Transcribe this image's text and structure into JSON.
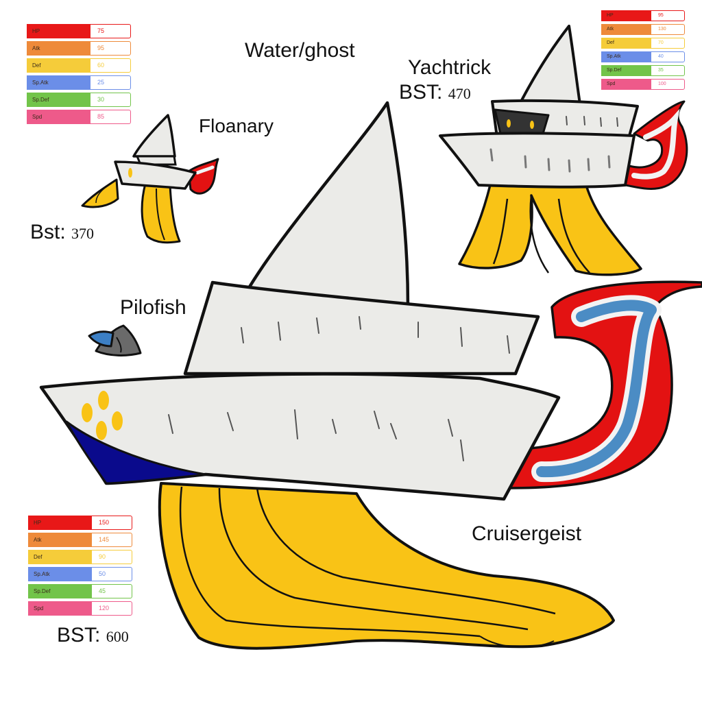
{
  "title": "Water/ghost",
  "stat_colors": [
    "#e81818",
    "#ee8a3a",
    "#f5cc3a",
    "#6b8ee8",
    "#72c44a",
    "#ee5a8a"
  ],
  "stat_names": [
    "HP",
    "Atk",
    "Def",
    "Sp.Atk",
    "Sp.Def",
    "Spd"
  ],
  "icons": {
    "floanary": "floanary-drawing",
    "pilofish": "pilofish-drawing",
    "yachtrick": "yachtrick-drawing",
    "cruisergeist": "cruisergeist-drawing"
  },
  "creatures": {
    "floanary": {
      "name": "Floanary",
      "bst_label": "Bst:",
      "bst_value": "370",
      "stats": [
        "75",
        "95",
        "60",
        "25",
        "30",
        "85"
      ]
    },
    "pilofish": {
      "name": "Pilofish"
    },
    "yachtrick": {
      "name": "Yachtrick",
      "bst_label": "BST:",
      "bst_value": "470",
      "stats": [
        "95",
        "130",
        "70",
        "40",
        "35",
        "100"
      ]
    },
    "cruisergeist": {
      "name": "Cruisergeist",
      "bst_label": "BST:",
      "bst_value": "600",
      "stats": [
        "150",
        "145",
        "90",
        "50",
        "45",
        "120"
      ]
    }
  }
}
